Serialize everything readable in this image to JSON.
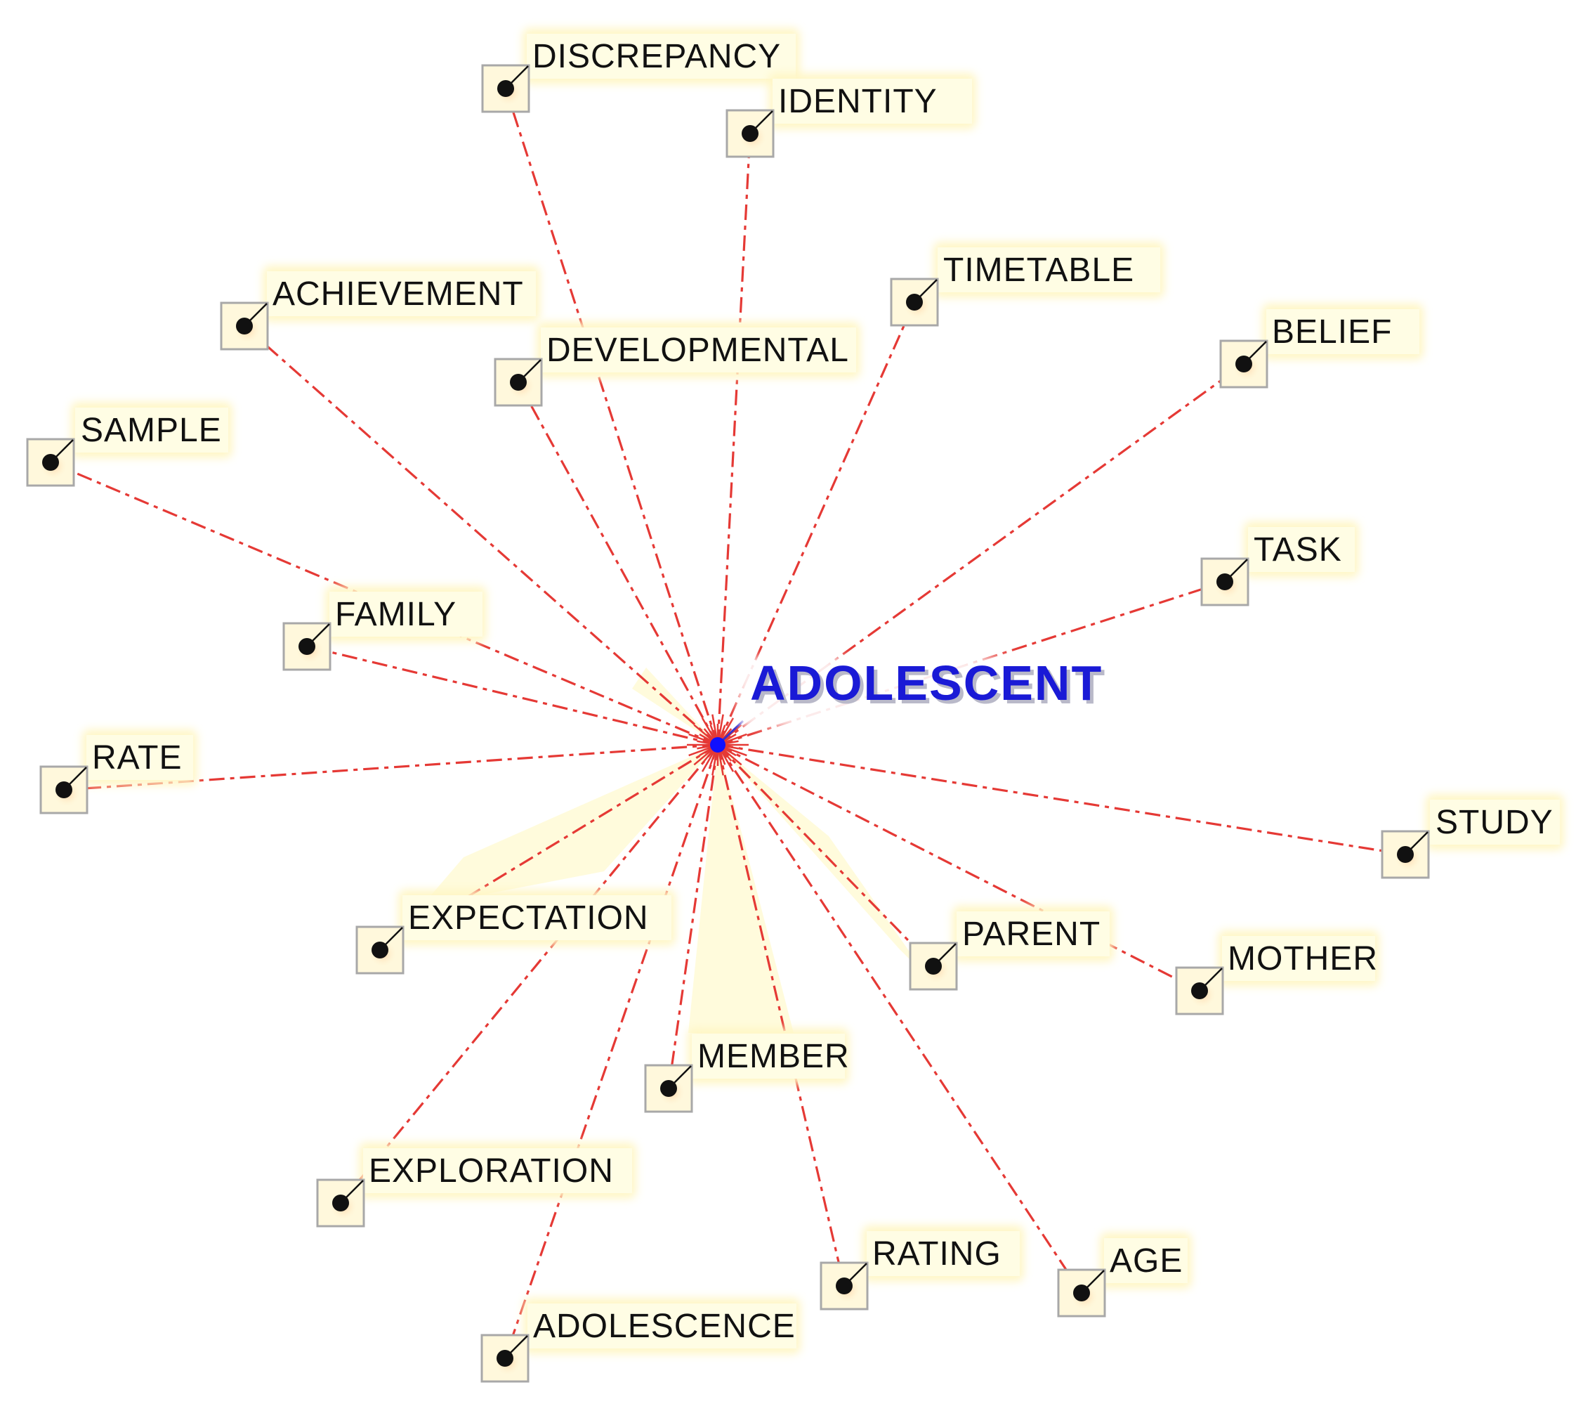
{
  "diagram": {
    "center": {
      "label": "ADOLESCENT"
    },
    "nodes": [
      {
        "id": "discrepancy",
        "label": "DISCREPANCY"
      },
      {
        "id": "identity",
        "label": "IDENTITY"
      },
      {
        "id": "timetable",
        "label": "TIMETABLE"
      },
      {
        "id": "achievement",
        "label": "ACHIEVEMENT"
      },
      {
        "id": "developmental",
        "label": "DEVELOPMENTAL"
      },
      {
        "id": "belief",
        "label": "BELIEF"
      },
      {
        "id": "sample",
        "label": "SAMPLE"
      },
      {
        "id": "task",
        "label": "TASK"
      },
      {
        "id": "family",
        "label": "FAMILY"
      },
      {
        "id": "rate",
        "label": "RATE"
      },
      {
        "id": "study",
        "label": "STUDY"
      },
      {
        "id": "expectation",
        "label": "EXPECTATION"
      },
      {
        "id": "parent",
        "label": "PARENT"
      },
      {
        "id": "mother",
        "label": "MOTHER"
      },
      {
        "id": "member",
        "label": "MEMBER"
      },
      {
        "id": "exploration",
        "label": "EXPLORATION"
      },
      {
        "id": "rating",
        "label": "RATING"
      },
      {
        "id": "age",
        "label": "AGE"
      },
      {
        "id": "adolescence",
        "label": "ADOLESCENCE"
      }
    ]
  },
  "colors": {
    "edge": "#e53935",
    "label_fill": "#fffde4",
    "label_halo": "#fff6c4",
    "center_text": "#1a1ad6",
    "center_dot": "#1010ff",
    "node_dot": "#111111",
    "node_box": "#a8a8a8"
  },
  "icons": {
    "node_marker": "node-marker-icon",
    "hub_marker": "starburst-icon"
  }
}
